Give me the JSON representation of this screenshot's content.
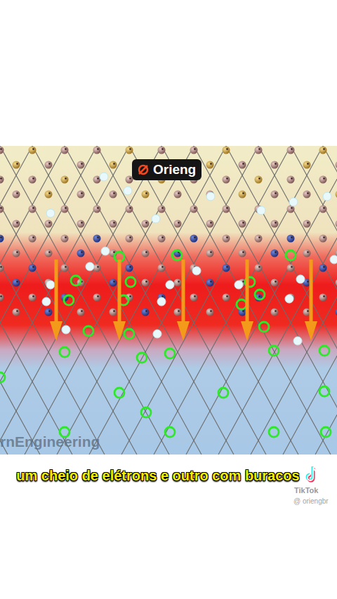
{
  "diagram": {
    "caption": "um cheio de elétrons e outro com buracos",
    "labels": [
      "Orieng",
      "rnEngineering",
      "TikTok",
      "@ oriengbr"
    ]
  }
}
